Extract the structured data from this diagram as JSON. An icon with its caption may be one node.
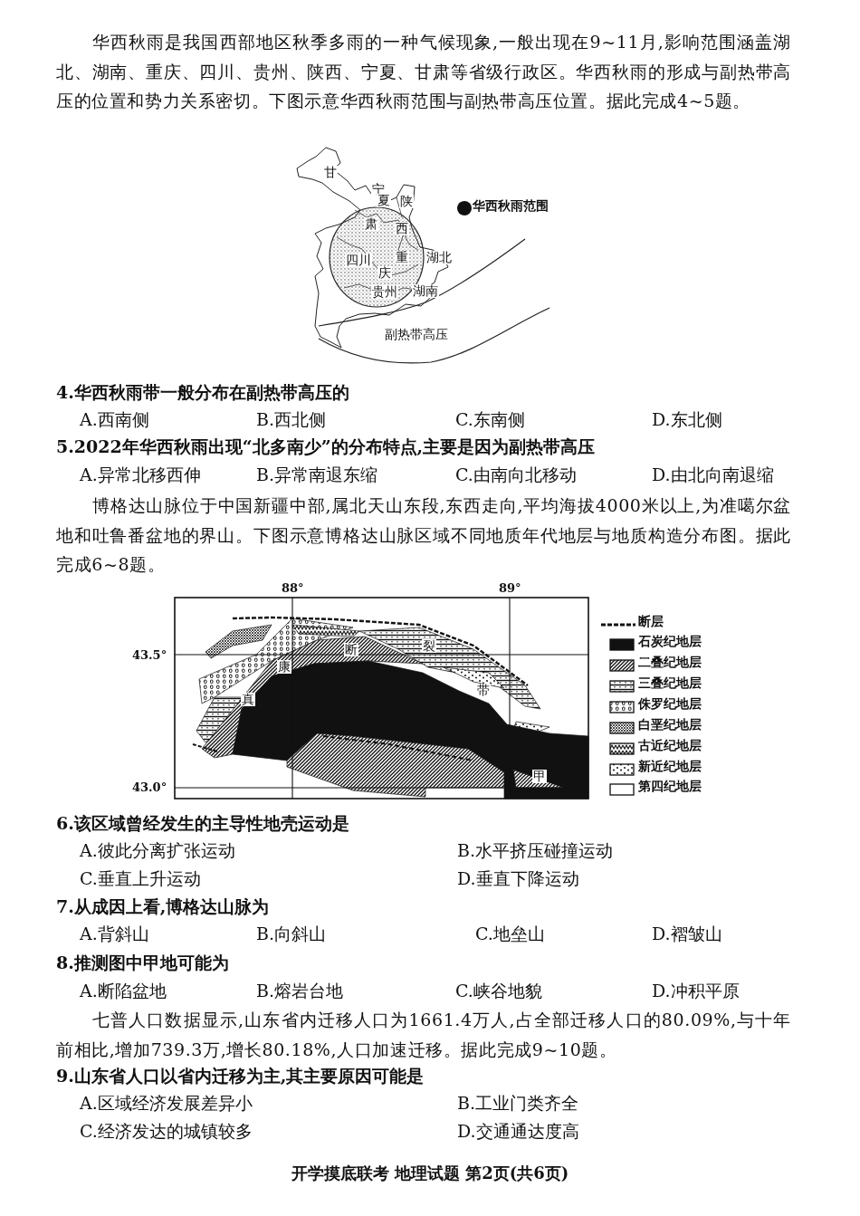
{
  "diagram": {
    "labels": [
      "华西秋雨是我国西部地区秋季多雨的一种气候现象,一般出现在9~11月,影响范围涵盖湖北、湖南、重庆、四川、贵州、陕西、宁夏、甘肃等省级行政区。华西秋雨的形成与副热带高压的位置和势力关系密切。下图示意华西秋雨范围与副热带高压位置。据此完成4~5题。",
      "甘",
      "宁",
      "夏",
      "陕",
      "肃",
      "西",
      "四川",
      "重",
      "湖北",
      "庆",
      "贵州",
      "湖南",
      "副热带高压",
      "4.华西秋雨带一般分布在副热带高压的",
      "A.西南侧",
      "B.西北侧",
      "C.东南侧",
      "D.东北侧",
      "5.2022年华西秋雨出现“北多南少”的分布特点,主要是因为副热带高压",
      "A.异常北移西伸",
      "B.异常南退东缩",
      "C.由南向北移动",
      "D.由北向南退缩",
      "博格达山脉位于中国新疆中部,属北天山东段,东西走向,平均海拔4000米以上,为准噶尔盆地和吐鲁番盆地的界山。下图示意博格达山脉区域不同地质年代地层与地质构造分布图。据此完成6~8题。",
      "88°",
      "89°",
      "43.5°",
      "断",
      "裂",
      "康",
      "真",
      "带",
      "甲",
      "43.0°",
      "6.该区域曾经发生的主导性地壳运动是",
      "A.彼此分离扩张运动",
      "B.水平挤压碰撞运动",
      "C.垂直上升运动",
      "D.垂直下降运动",
      "7.从成因上看,博格达山脉为",
      "A.背斜山",
      "B.向斜山",
      "C.地垒山",
      "D.褶皱山",
      "8.推测图中甲地可能为",
      "A.断陷盆地",
      "B.熔岩台地",
      "C.峡谷地貌",
      "D.冲积平原",
      "七普人口数据显示,山东省内迁移人口为1661.4万人,占全部迁移人口的80.09%,与十年前相比,增加739.3万,增长80.18%,人口加速迁移。据此完成9~10题。",
      "9.山东省人口以省内迁移为主,其主要原因可能是",
      "A.区域经济发展差异小",
      "B.工业门类齐全",
      "C.经济发达的城镇较多",
      "D.交通通达度高",
      "开学摸底联考 地理试题 第2页(共6页)"
    ],
    "legend": [
      {
        "text": "华西秋雨范围"
      },
      {
        "text": "断层"
      },
      {
        "text": "石炭纪地层"
      },
      {
        "text": "二叠纪地层"
      },
      {
        "text": "三叠纪地层"
      },
      {
        "text": "侏罗纪地层"
      },
      {
        "text": "白垩纪地层"
      },
      {
        "text": "古近纪地层"
      },
      {
        "text": "新近纪地层"
      },
      {
        "text": "第四纪地层"
      }
    ]
  }
}
